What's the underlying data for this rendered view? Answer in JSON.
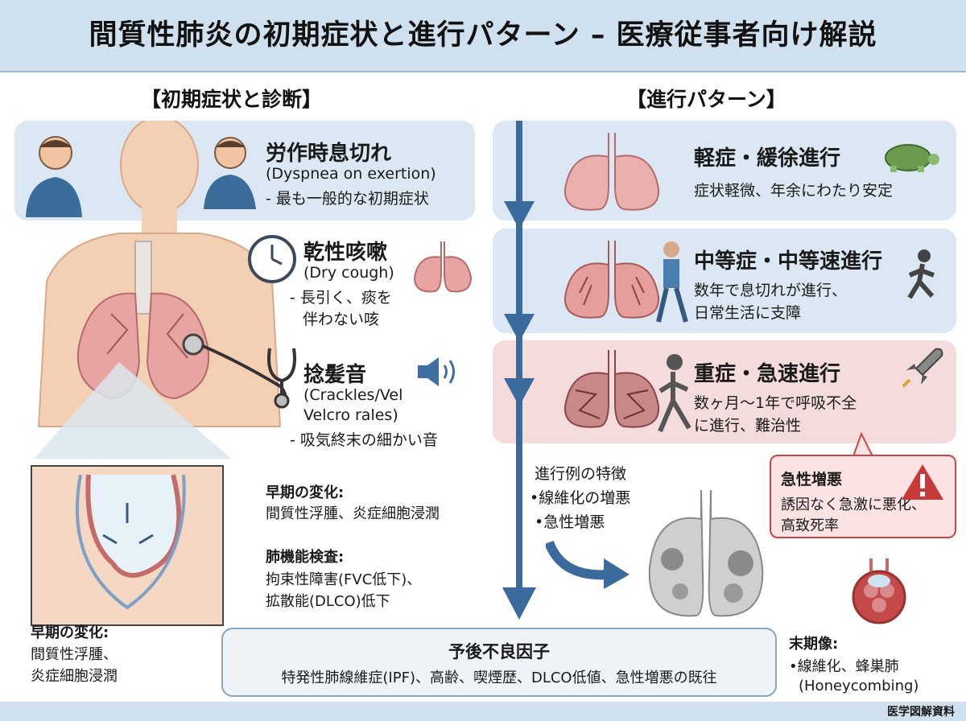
{
  "header": {
    "title": "間質性肺炎の初期症状と進行パターン – 医療従事者向け解説"
  },
  "left": {
    "section_title": "【初期症状と診断】",
    "dyspnea": {
      "title": "労作時息切れ",
      "en": "(Dyspnea on exertion)",
      "desc": "- 最も一般的な初期症状"
    },
    "cough": {
      "title": "乾性咳嗽",
      "en": "(Dry cough)",
      "desc1": "- 長引く、痰を",
      "desc2": "伴わない咳"
    },
    "crackles": {
      "title": "捻髪音",
      "en1": "(Crackles/Vel",
      "en2": "Velcro rales)",
      "desc": "- 吸気終末の細かい音"
    },
    "early_change": {
      "title": "早期の変化:",
      "desc": "間質性浮腫、炎症細胞浸潤"
    },
    "pft": {
      "title": "肺機能検査:",
      "desc1": "拘束性障害(FVC低下)、",
      "desc2": "拡散能(DLCO)低下"
    },
    "inset_label": {
      "title": "早期の変化:",
      "line1": "間質性浮腫、",
      "line2": "炎症細胞浸潤"
    }
  },
  "right": {
    "section_title": "【進行パターン】",
    "mild": {
      "title": "軽症・緩徐進行",
      "desc": "症状軽微、年余にわたり安定"
    },
    "moderate": {
      "title": "中等症・中等速進行",
      "desc1": "数年で息切れが進行、",
      "desc2": "日常生活に支障"
    },
    "severe": {
      "title": "重症・急速進行",
      "desc1": "数ヶ月〜1年で呼吸不全",
      "desc2": "に進行、難治性"
    },
    "features": {
      "title": "進行例の特徴",
      "item1": "•線維化の増悪",
      "item2": "•急性増悪"
    },
    "exacerbation": {
      "title": "急性増悪",
      "desc1": "誘因なく急激に悪化、",
      "desc2": "高致死率"
    },
    "endstage": {
      "title": "末期像:",
      "line1": "•線維化、蜂巣肺",
      "line2": "(Honeycombing)"
    }
  },
  "prognosis": {
    "title": "予後不良因子",
    "desc": "特発性肺線維症(IPF)、高齢、喫煙歴、DLCO低値、急性増悪の既往"
  },
  "footer": {
    "label": "医学図解資料"
  },
  "colors": {
    "header_bg": "#cfe0ef",
    "panel_blue": "#dbe8f4",
    "panel_pink": "#f5dcdc",
    "arrow": "#3a6b9c",
    "lung": "#e8a3a3",
    "alert": "#c63a3a"
  },
  "icons": [
    "turtle-icon",
    "walking-person-icon",
    "running-person-icon",
    "rocket-icon",
    "clock-icon",
    "speaker-icon",
    "stethoscope-icon",
    "warning-icon",
    "arrow-down-icon"
  ]
}
